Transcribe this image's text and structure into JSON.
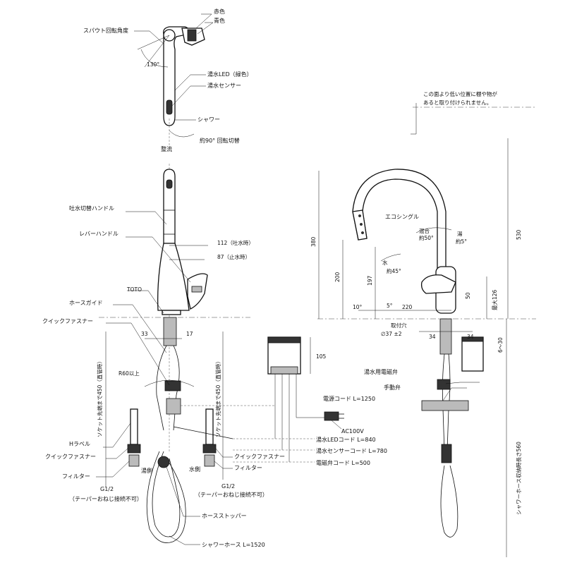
{
  "labels": {
    "red": "赤色",
    "blue": "青色",
    "spout_angle": "スパウト回転角度",
    "angle_130": "130°",
    "led": "湯水LED（緑色）",
    "sensor": "湯水センサー",
    "shower": "シャワー",
    "seiryu": "整流",
    "rot90": "約90° 回転切替",
    "dispense_handle": "吐水切替ハンドル",
    "lever_handle": "レバーハンドル",
    "d112": "112（吐水時）",
    "d87": "87（止水時）",
    "toto": "TOTO",
    "hose_guide": "ホースガイド",
    "quick_fastener_top": "クイックファスナー",
    "d33": "33",
    "d17": "17",
    "r60": "R60以上",
    "socket_left": "ソケット先端まで450（直管時）",
    "socket_mid": "ソケット先端まで450（直管時）",
    "h_label": "Hラベル",
    "quick_fastener_left": "クイックファスナー",
    "filter_left": "フィルター",
    "hot_side": "湯側",
    "g12_left": "G1/2",
    "taper_left": "（テーパーおねじ接続不可）",
    "water_side": "水側",
    "g12_right": "G1/2",
    "taper_right": "（テーパーおねじ接続不可）",
    "quick_fastener_right": "クイックファスナー",
    "filter_right": "フィルター",
    "hose_stopper": "ホースストッパー",
    "shower_hose": "シャワーホース L=1520",
    "d105": "105",
    "power_cord": "電源コード L=1250",
    "ac100v": "AC100V",
    "led_cord": "湯水LEDコード L=840",
    "sensor_cord": "湯水センサーコード L=780",
    "valve_cord": "電磁弁コード L=500",
    "note1": "この面より低い位置に棚や物が",
    "note2": "あると取り付けられません。",
    "eco_single": "エコシングル",
    "mix": "混合",
    "about50": "約50°",
    "hot": "湯",
    "about5": "約5°",
    "water": "水",
    "about45": "約45°",
    "d380": "380",
    "d200": "200",
    "d197": "197",
    "d10": "10°",
    "d5": "5°",
    "d220": "220",
    "d50": "50",
    "max126": "最大126",
    "d530": "530",
    "mount_hole": "取付穴",
    "mount_hole_dim": "∅37 ±2",
    "d34a": "34",
    "d34b": "34",
    "d6_30": "6～30",
    "hot_valve": "湯水用電磁弁",
    "manual_valve": "手動弁",
    "shower_hose_len": "シャワーホース収納時長さ560"
  }
}
